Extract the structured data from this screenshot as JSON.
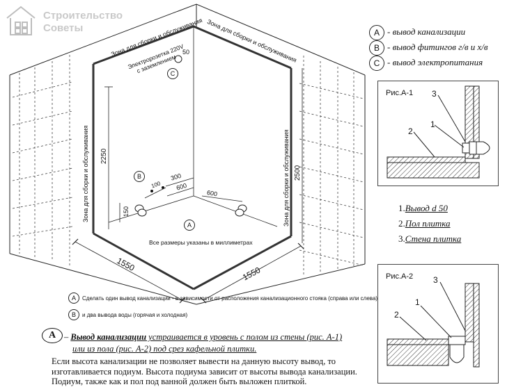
{
  "logo": {
    "line1": "Строительство",
    "line2": "Советы"
  },
  "legend": [
    {
      "mark": "A",
      "text": "- вывод канализации"
    },
    {
      "mark": "B",
      "text": "- вывод фитингов г/в и х/в"
    },
    {
      "mark": "C",
      "text": "- вывод электропитания"
    }
  ],
  "fig1": {
    "title": "Рис.А-1",
    "labels": [
      "3",
      "1",
      "2"
    ]
  },
  "fig2": {
    "title": "Рис.А-2",
    "labels": [
      "3",
      "1",
      "2"
    ]
  },
  "parts": [
    {
      "num": "1.",
      "text": "Вывод d 50"
    },
    {
      "num": "2.",
      "text": "Пол плитка"
    },
    {
      "num": "3.",
      "text": "Стена плитка"
    }
  ],
  "diagram": {
    "zone_label": "Зона для сборки и обслуживания",
    "socket_label_1": "Электророзетка 220V",
    "socket_label_2": "с заземлением",
    "socket_dim": "50",
    "marker_c": "C",
    "marker_b": "B",
    "marker_a": "A",
    "dim_2250": "2250",
    "dim_2500": "2500",
    "dim_150": "150",
    "dim_100": "100",
    "dim_300": "300",
    "dim_600_left": "600",
    "dim_600_right": "600",
    "dim_1550_left": "1550",
    "dim_1550_right": "1550",
    "sizes_note": "Все размеры указаны в миллиметрах"
  },
  "notes": {
    "a_note": "Сделать один вывод канализации - в зависимости от расположения канализационного стояка (справа или слева)",
    "b_note": "и два вывода воды (горячая и холодная)",
    "main_mark": "A",
    "main_line1_prefix": "– ",
    "main_line1_bold": "Вывод канализации",
    "main_line1_rest": " устраивается в уровень с полом из стены (рис. А-1)",
    "main_line2": "или из пола (рис. А-2) под срез кафельной плитки.",
    "para1": "Если высота канализации не позволяет вывести на данную высоту вывод, то",
    "para2": "изготавливается подиум. Высота подиума зависит от высоты вывода канализации.",
    "para3": "Подиум, также как и пол под ванной должен быть выложен плиткой."
  }
}
